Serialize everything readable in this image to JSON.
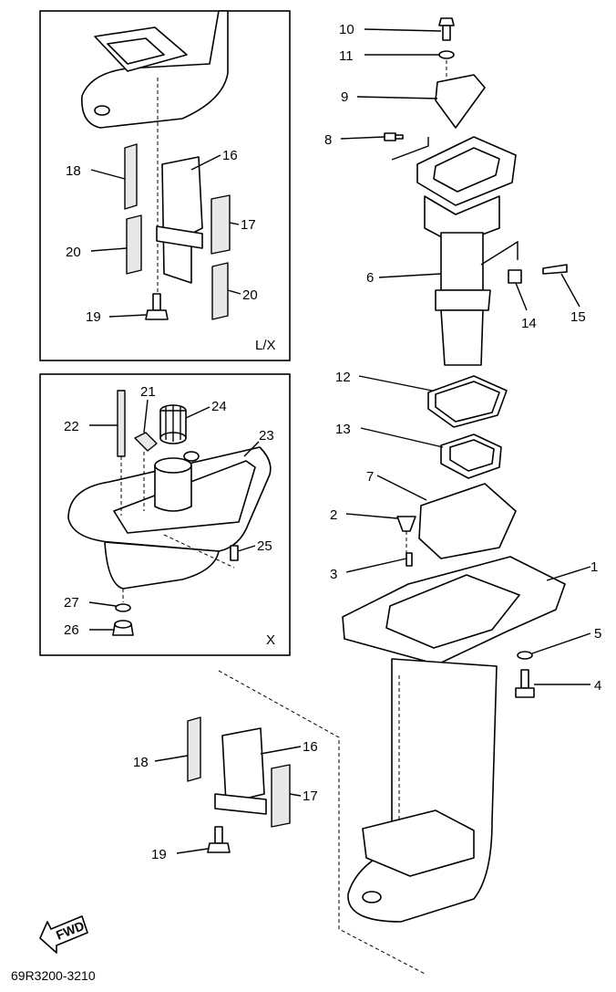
{
  "inset_lx": {
    "title": "L/X"
  },
  "inset_x": {
    "title": "X"
  },
  "callouts_main": [
    "1",
    "2",
    "3",
    "4",
    "5",
    "6",
    "7",
    "8",
    "9",
    "10",
    "11",
    "12",
    "13",
    "14",
    "15",
    "16",
    "17",
    "18",
    "19"
  ],
  "callouts_lx": [
    "16",
    "17",
    "18",
    "19",
    "20",
    "20"
  ],
  "callouts_x": [
    "21",
    "22",
    "23",
    "24",
    "25",
    "26",
    "27"
  ],
  "fwd_label": "FWD",
  "drawing_ref": "69R3200-3210"
}
